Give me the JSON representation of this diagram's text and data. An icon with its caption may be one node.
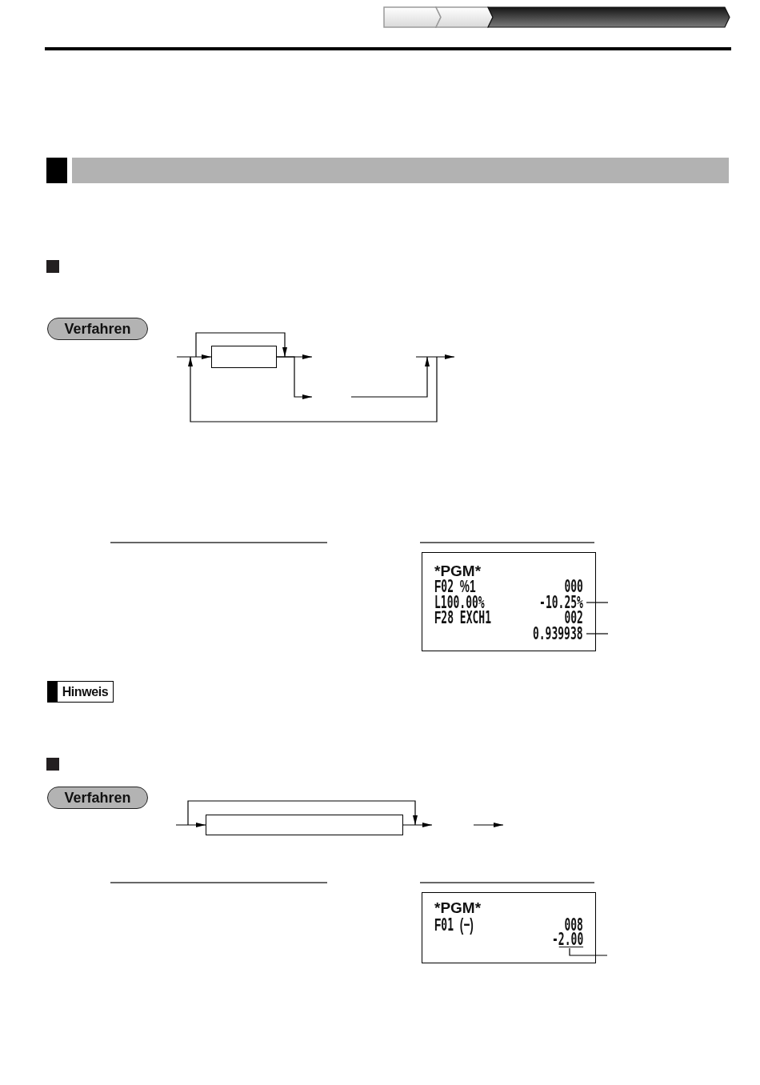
{
  "diagram": {
    "nodes": [
      {
        "text": [],
        "shape": "bar"
      },
      {
        "text": [
          "Verfahren"
        ]
      },
      {
        "text": [],
        "shape": "box"
      },
      {
        "text": [
          "*PGM*",
          "**F**02 **%1**",
          "000",
          "L100.00%",
          "**F**28 EXCH1",
          "002"
        ]
      },
      {
        "text": [
          "-10.25%"
        ],
        "in": 3
      },
      {
        "text": [
          "0.939938"
        ],
        "in": 3
      },
      {
        "text": [
          "Hinweis"
        ]
      },
      {
        "text": [
          "Verfahren"
        ]
      },
      {
        "text": [],
        "shape": "box"
      },
      {
        "text": [
          "*PGM*",
          "**F**01 **(−)**",
          "008"
        ]
      },
      {
        "text": [
          "-2.00"
        ],
        "in": 9
      }
    ],
    "edges": [
      {
        "from": null,
        "to": 2,
        "arrow": "to"
      },
      {
        "from": 2,
        "to": null,
        "arrow": "to"
      },
      {
        "from": 2,
        "to": null,
        "arrow": "to"
      },
      {
        "from": null,
        "to": 4,
        "arrow": "none"
      },
      {
        "from": null,
        "to": 5,
        "arrow": "none"
      },
      {
        "from": null,
        "to": 8,
        "arrow": "to"
      },
      {
        "from": 8,
        "to": null,
        "arrow": "to"
      },
      {
        "from": null,
        "to": 10,
        "arrow": "none"
      }
    ]
  }
}
